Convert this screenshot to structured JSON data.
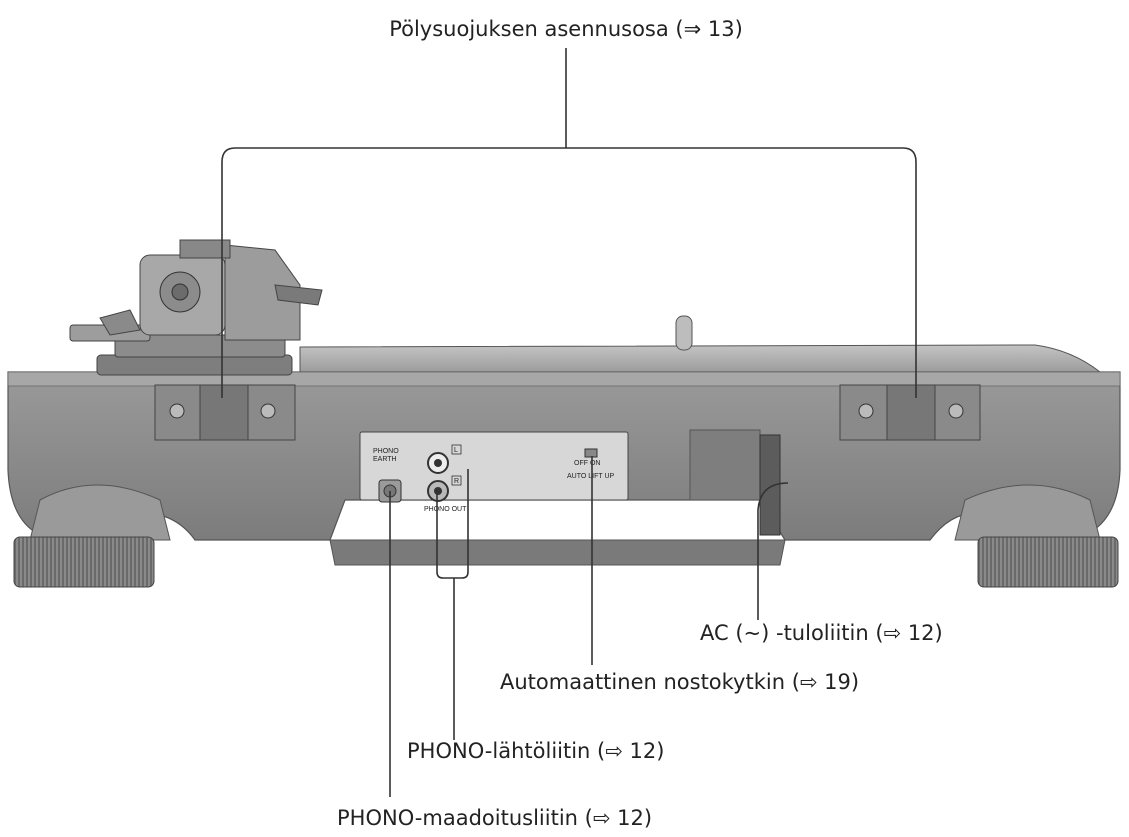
{
  "callouts": {
    "dust_cover": "Pölysuojuksen asennusosa (⇒ 13)",
    "ac_input": "AC (∼) -tuloliitin (⇨ 12)",
    "auto_lift": "Automaattinen nostokytkin (⇨ 19)",
    "phono_out": "PHONO-lähtöliitin (⇨ 12)",
    "phono_earth": "PHONO-maadoitusliitin (⇨ 12)"
  },
  "panel": {
    "phono_earth": "PHONO",
    "earth": "EARTH",
    "l_mark": "L",
    "r_mark": "R",
    "phono_out": "PHONO OUT",
    "off_on": "OFF ON",
    "auto_lift_up": "AUTO LIFT UP"
  },
  "colors": {
    "body": "#8e8e8e",
    "body_dark": "#6e6e6e",
    "body_light": "#b4b4b4",
    "panel": "#d6d6d6",
    "line": "#333333"
  }
}
